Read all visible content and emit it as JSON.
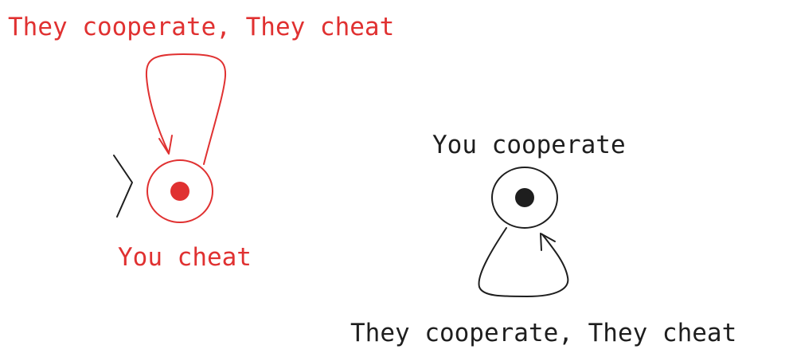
{
  "colors": {
    "cheat": "#e03131",
    "cooperate": "#1e1e1e",
    "background": "#ffffff"
  },
  "states": {
    "cheat": {
      "label": "You cheat",
      "self_loop_label": "They cooperate, They cheat",
      "is_start_state": true
    },
    "cooperate": {
      "label": "You cooperate",
      "self_loop_label": "They cooperate, They cheat",
      "is_start_state": false
    }
  }
}
